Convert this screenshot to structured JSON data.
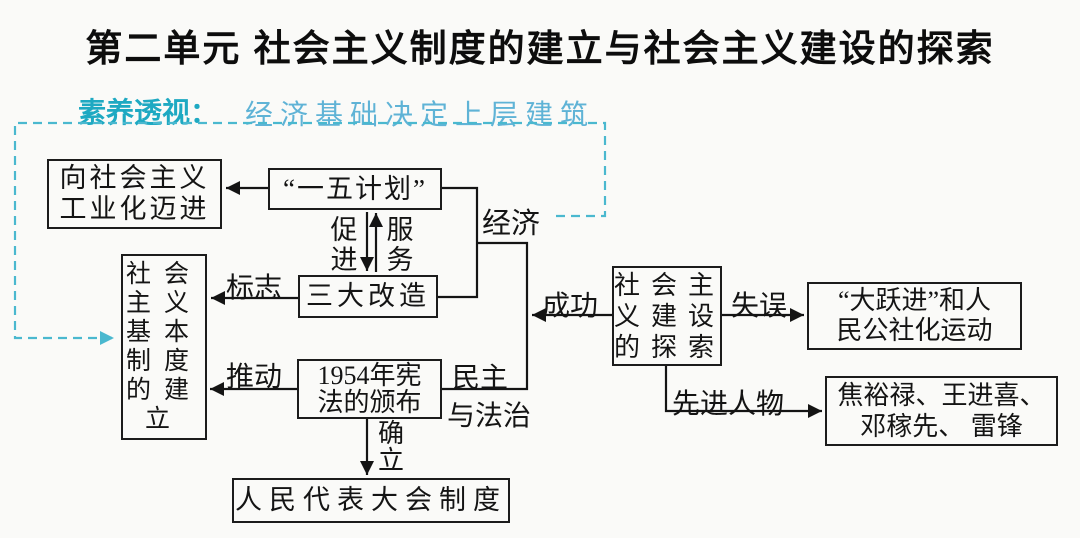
{
  "title": "第二单元 社会主义制度的建立与社会主义建设的探索",
  "legend": {
    "label": "素养透视：",
    "text": "经济基础决定上层建筑"
  },
  "colors": {
    "bg": "#fafaf8",
    "line": "#141414",
    "box_border": "#1c1c1c",
    "teal_dark": "#1ea9c2",
    "teal_mid": "#4ab8cf",
    "teal_light": "#5fb3d6"
  },
  "boxes": {
    "industrialization": {
      "lines": [
        "向社会主义",
        "工业化迈进"
      ]
    },
    "five_year_plan": {
      "lines": [
        "“一五计划”"
      ]
    },
    "three_transformations": {
      "lines": [
        "三大改造"
      ]
    },
    "socialist_system": {
      "lines": [
        "社会",
        "主义",
        "基本",
        "制度",
        "的建",
        "立"
      ]
    },
    "constitution_1954": {
      "lines": [
        "1954年宪",
        "法的颁布"
      ]
    },
    "peoples_congress": {
      "lines": [
        "人民代表大会制度"
      ]
    },
    "exploration": {
      "lines": [
        "社会主",
        "义建设",
        "的探索"
      ]
    },
    "great_leap": {
      "lines": [
        "“大跃进”和人",
        "民公社化运动"
      ]
    },
    "role_models": {
      "lines": [
        "焦裕禄、王进喜、",
        "邓稼先、 雷锋"
      ]
    }
  },
  "labels": {
    "economy": "经济",
    "promote": [
      "促",
      "进"
    ],
    "serve": [
      "服",
      "务"
    ],
    "marker": "标志",
    "push": "推动",
    "democracy": "民主",
    "rule_of_law": "与法治",
    "establish": [
      "确",
      "立"
    ],
    "success": "成功",
    "mistake": "失误",
    "pioneers": "先进人物"
  }
}
